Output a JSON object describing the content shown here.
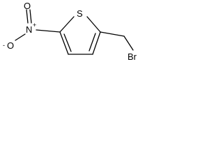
{
  "molecule": {
    "atoms": {
      "sulfur": "S",
      "nitrogen": "N",
      "oxygen_double": "O",
      "oxygen_single": "O",
      "bromine": "Br"
    },
    "charges": {
      "nitrogen": "+",
      "oxygen_single": "-"
    }
  }
}
